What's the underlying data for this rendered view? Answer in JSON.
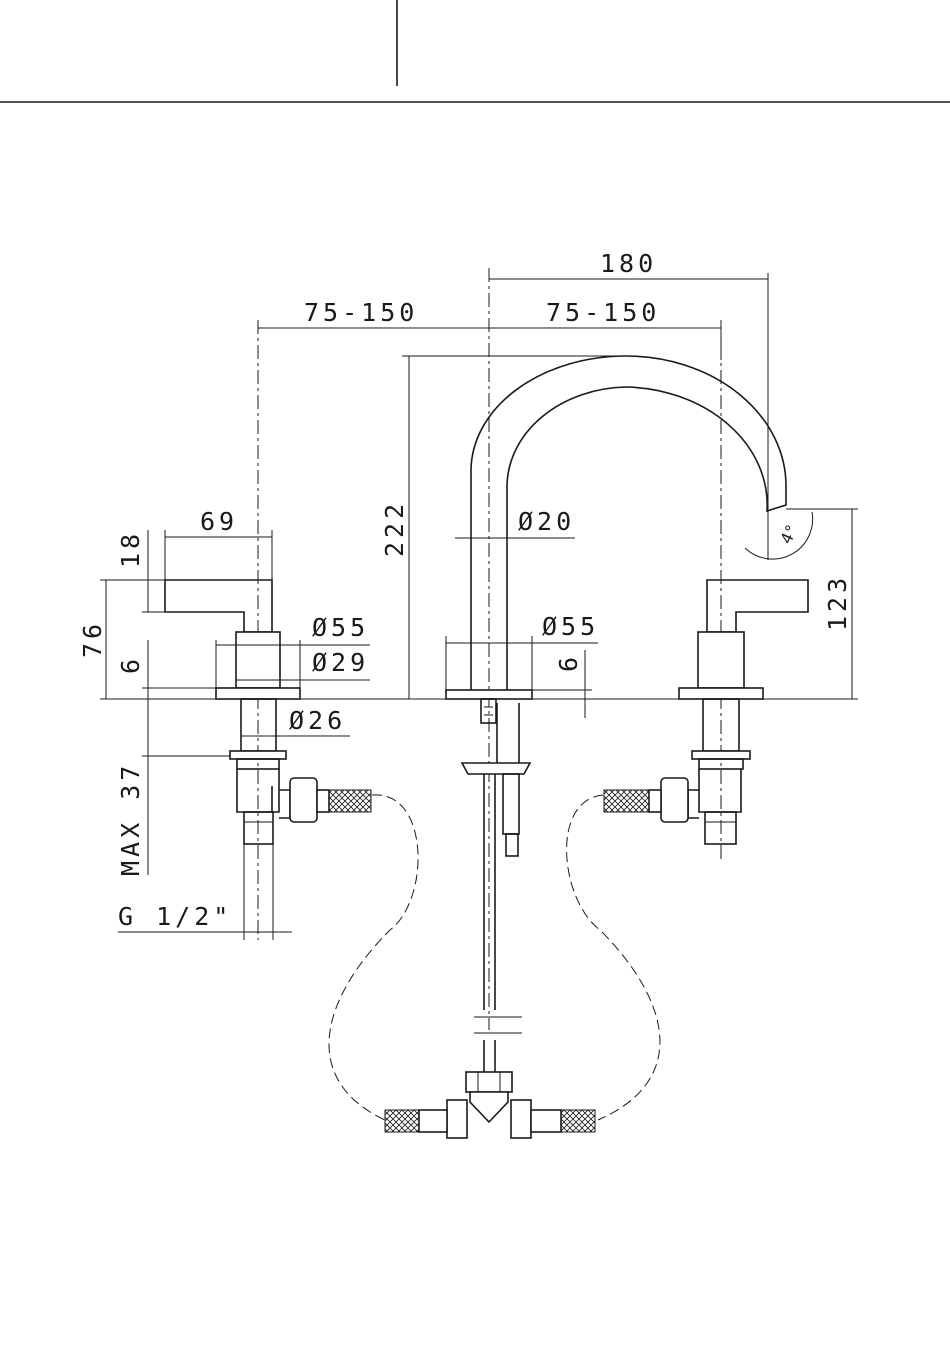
{
  "dimensions": {
    "overall_reach": "180",
    "left_spacing": "75-150",
    "right_spacing": "75-150",
    "lever_length": "69",
    "lever_height": "18",
    "handle_total_height": "76",
    "flange_left": "6",
    "flange_center": "6",
    "spout_height": "222",
    "spout_outlet_height": "123",
    "spout_diameter": "Ø20",
    "base_diameter_left": "Ø55",
    "base_diameter_center": "Ø55",
    "body_diameter": "Ø29",
    "shank_diameter": "Ø26",
    "max_deck_thickness": "MAX 37",
    "thread": "G 1/2\"",
    "spout_angle": "4°"
  }
}
